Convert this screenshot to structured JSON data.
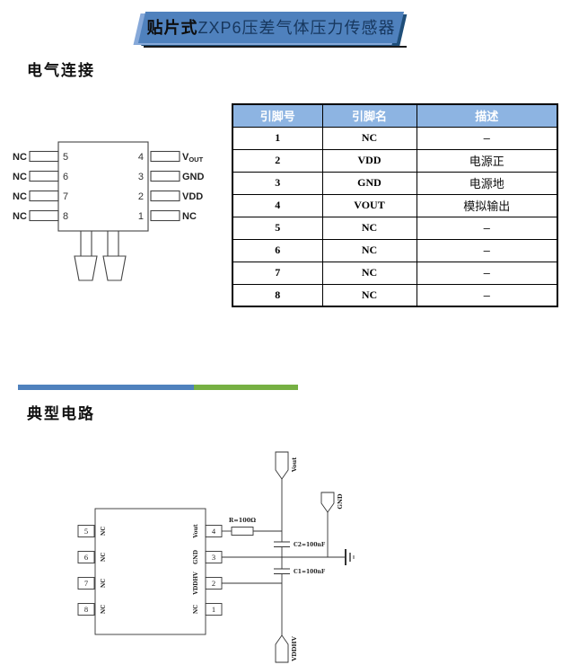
{
  "colors": {
    "banner_blue": "#4F81BD",
    "banner_shadow": "#1F4E79",
    "banner_accent": "#87A9D9",
    "table_header_bg": "#8DB4E2",
    "table_header_text": "#FFFFFF",
    "divider_blue": "#4F81BD",
    "divider_green": "#76B043",
    "line_color": "#333333"
  },
  "banner": {
    "title_bold": "贴片式",
    "title_rest": "ZXP6压差气体压力传感器"
  },
  "sections": {
    "electrical_title": "电气连接",
    "circuit_title": "典型电路"
  },
  "pinout": {
    "left_pins": [
      {
        "num": "5",
        "label": "NC"
      },
      {
        "num": "6",
        "label": "NC"
      },
      {
        "num": "7",
        "label": "NC"
      },
      {
        "num": "8",
        "label": "NC"
      }
    ],
    "right_pins": [
      {
        "num": "4",
        "label": "V",
        "sub": "OUT"
      },
      {
        "num": "3",
        "label": "GND",
        "sub": ""
      },
      {
        "num": "2",
        "label": "VDD",
        "sub": ""
      },
      {
        "num": "1",
        "label": "NC",
        "sub": ""
      }
    ]
  },
  "pin_table": {
    "headers": [
      "引脚号",
      "引脚名",
      "描述"
    ],
    "rows": [
      [
        "1",
        "NC",
        "–"
      ],
      [
        "2",
        "VDD",
        "电源正"
      ],
      [
        "3",
        "GND",
        "电源地"
      ],
      [
        "4",
        "VOUT",
        "模拟输出"
      ],
      [
        "5",
        "NC",
        "–"
      ],
      [
        "6",
        "NC",
        "–"
      ],
      [
        "7",
        "NC",
        "–"
      ],
      [
        "8",
        "NC",
        "–"
      ]
    ]
  },
  "circuit": {
    "chip_left_pins": [
      {
        "num": "5",
        "label": "NC"
      },
      {
        "num": "6",
        "label": "NC"
      },
      {
        "num": "7",
        "label": "NC"
      },
      {
        "num": "8",
        "label": "NC"
      }
    ],
    "chip_right_pins": [
      {
        "num": "4",
        "label": "Vout"
      },
      {
        "num": "3",
        "label": "GND"
      },
      {
        "num": "2",
        "label": "VDDHV"
      },
      {
        "num": "1",
        "label": "NC"
      }
    ],
    "resistor_label": "R=100Ω",
    "cap2_label": "C2=100nF",
    "cap1_label": "C1=100nF",
    "vout_terminal": "Vout",
    "gnd_terminal": "GND",
    "vddhv_terminal": "VDDHV"
  }
}
